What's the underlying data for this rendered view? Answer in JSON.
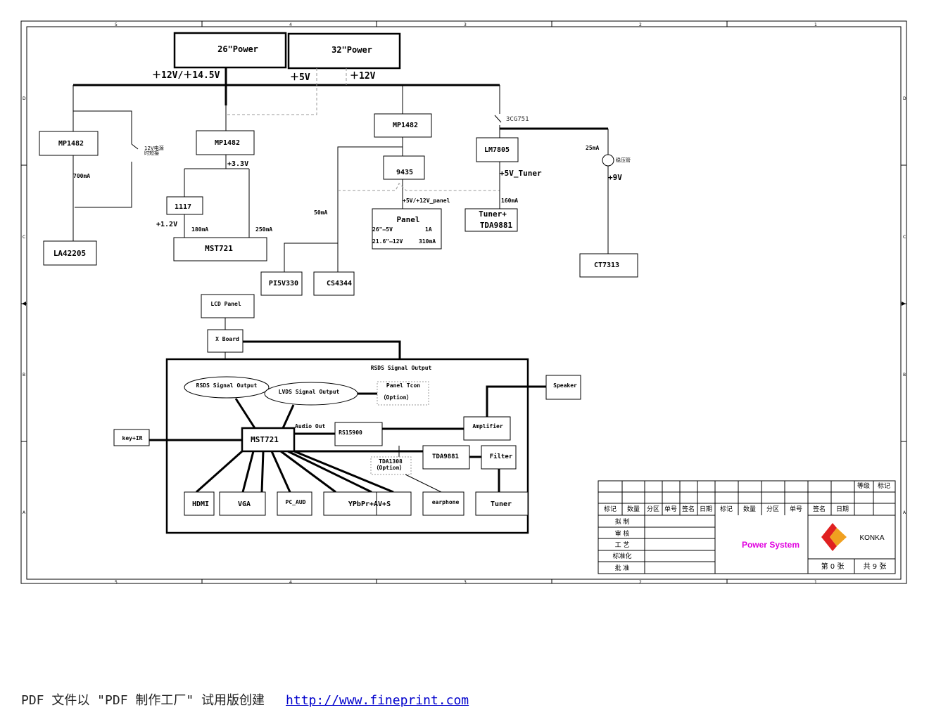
{
  "power_sources": {
    "p26": "26\"Power",
    "p32": "32\"Power"
  },
  "rails": {
    "v12_145": "＋12V/＋14.5V",
    "v5": "＋5V",
    "v12": "＋12V"
  },
  "blocks": {
    "mp1482_a": "MP1482",
    "mp1482_b": "MP1482",
    "mp1482_c": "MP1482",
    "lm7805": "LM7805",
    "chip9435": "9435",
    "chip1117": "1117",
    "mst721_top": "MST721",
    "la42205": "LA42205",
    "panel": "Panel",
    "panel_l1a": "26\"—5V",
    "panel_l1b": "1A",
    "panel_l2a": "21.6\"—12V",
    "panel_l2b": "310mA",
    "tuner_tda_1": "Tuner+",
    "tuner_tda_2": "TDA9881",
    "ct7313": "CT7313",
    "pi5v330": "PI5V330",
    "cs4344": "CS4344"
  },
  "annotations": {
    "ma700": "700mA",
    "note_12v": "12V电源",
    "note_short": "时短接",
    "v33": "+3.3V",
    "v12out": "+1.2V",
    "ma180": "180mA",
    "ma250": "250mA",
    "ma50": "50mA",
    "panel_rail": "+5V/+12V_panel",
    "v5_tuner": "+5V_Tuner",
    "ma160": "160mA",
    "sw_3cg751": "3CG751",
    "ma25": "25mA",
    "zener": "稳压管",
    "v9": "+9V"
  },
  "signal": {
    "lcd_panel": "LCD Panel",
    "x_board": "X Board",
    "rsds_out_top": "RSDS Signal Output",
    "rsds_ellipse": "RSDS Signal Output",
    "lvds_ellipse": "LVDS Signal Output",
    "panel_tcon": "Panel Tcon",
    "option1": "（Option）",
    "speaker": "Speaker",
    "amplifier": "Amplifier",
    "key_ir": "key+IR",
    "mst721": "MST721",
    "audio_out": "Audio Out",
    "rs15900": "RS15900",
    "tda9881": "TDA9881",
    "filter": "Filter",
    "tda1308": "TDA1308",
    "option2": "（Option）",
    "hdmi": "HDMI",
    "vga": "VGA",
    "pc_aud": "PC_AUD",
    "ypbpr": "YPbPr+AV+S",
    "earphone": "earphone",
    "tuner": "Tuner"
  },
  "title_block": {
    "grade": "等级",
    "mark_hdr": "标记",
    "row_headers": [
      "标记",
      "数量",
      "分区",
      "单号",
      "签名",
      "日期",
      "标记",
      "数量",
      "分区",
      "单号",
      "签名",
      "日期"
    ],
    "drafted": "拟  制",
    "reviewed": "审  核",
    "process": "工  艺",
    "standard": "标准化",
    "approved": "批  准",
    "title": "Power System",
    "company": "KONKA",
    "sheet_no": "第 0 张",
    "sheet_total": "共 9 张",
    "title_color": "#e000e0",
    "logo_red": "#e02020",
    "logo_orange": "#f0a020"
  },
  "frame": {
    "col_marks": [
      "5",
      "4",
      "3",
      "2",
      "1"
    ],
    "row_marks": [
      "D",
      "C",
      "B",
      "A"
    ]
  },
  "footer": {
    "text": "PDF 文件以 \"PDF 制作工厂\" 试用版创建",
    "link": "http://www.fineprint.com"
  }
}
